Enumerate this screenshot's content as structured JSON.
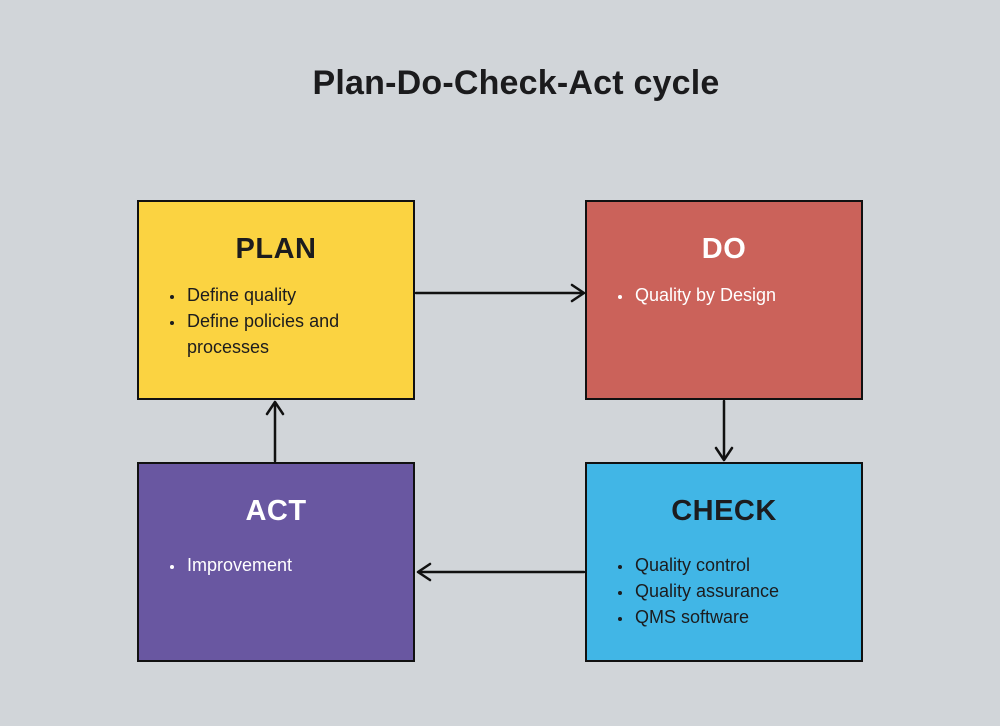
{
  "title": "Plan-Do-Check-Act cycle",
  "colors": {
    "background": "#D1D5D9",
    "border": "#111111",
    "arrow": "#111111",
    "title_text": "#1B1B1D",
    "dark_text": "#1C1C1E",
    "light_text": "#FFFFFF",
    "plan_bg": "#FBD341",
    "do_bg": "#CB625A",
    "check_bg": "#41B6E6",
    "act_bg": "#6957A1"
  },
  "boxes": {
    "plan": {
      "title": "PLAN",
      "bullets": [
        "Define quality",
        "Define policies and processes"
      ]
    },
    "do": {
      "title": "DO",
      "bullets": [
        "Quality by Design"
      ]
    },
    "check": {
      "title": "CHECK",
      "bullets": [
        "Quality control",
        "Quality assurance",
        "QMS software"
      ]
    },
    "act": {
      "title": "ACT",
      "bullets": [
        "Improvement"
      ]
    }
  },
  "edges": [
    {
      "from": "PLAN",
      "to": "DO"
    },
    {
      "from": "DO",
      "to": "CHECK"
    },
    {
      "from": "CHECK",
      "to": "ACT"
    },
    {
      "from": "ACT",
      "to": "PLAN"
    }
  ]
}
